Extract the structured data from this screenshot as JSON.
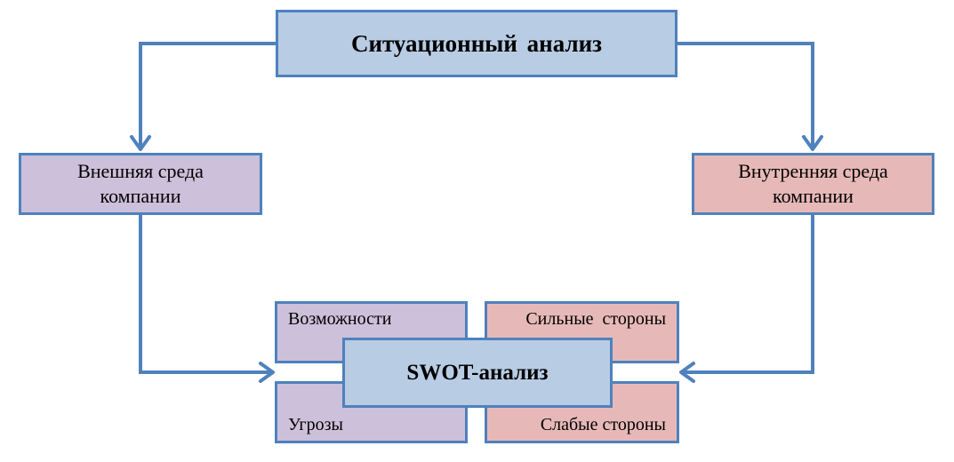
{
  "diagram": {
    "top": {
      "label": "Ситуационный  анализ"
    },
    "external": {
      "line1": "Внешняя среда",
      "line2": "компании"
    },
    "internal": {
      "line1": "Внутренняя среда",
      "line2": "компании"
    },
    "swot": {
      "center": "SWOT-анализ",
      "opportunities": "Возможности",
      "strengths": "Сильные  стороны",
      "threats": "Угрозы",
      "weaknesses": "Слабые стороны"
    }
  },
  "colors": {
    "border": "#4f81bd",
    "blue_fill": "#b8cce4",
    "purple_fill": "#ccc0da",
    "pink_fill": "#e6b9b8"
  }
}
